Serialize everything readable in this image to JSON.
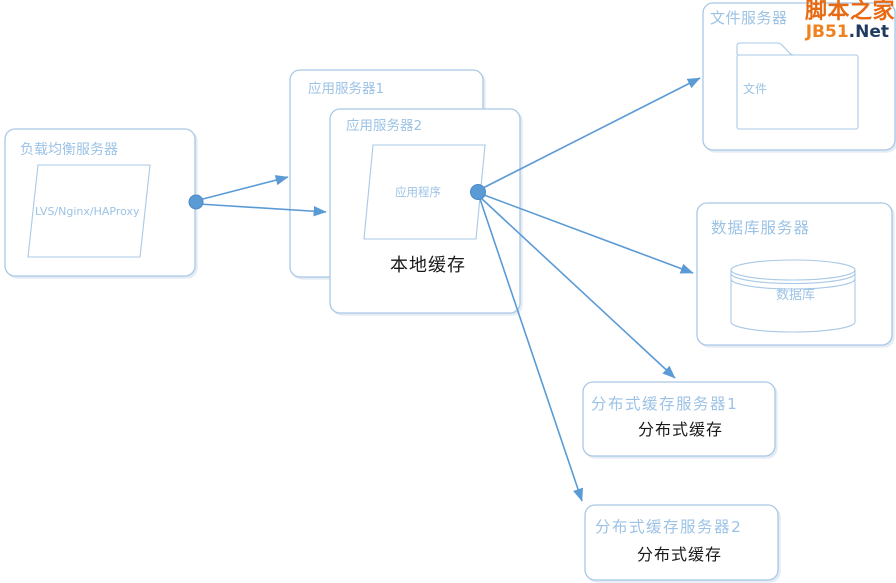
{
  "colors": {
    "accent": "#5b9bd5",
    "border": "#a9c8e6",
    "label": "#9cc3e5",
    "ink": "#1a1a1a",
    "wmOrange": "#e76a12",
    "wmOrange2": "#f0821e",
    "wmNavy": "#1e3a5f"
  },
  "nodes": {
    "load_balancer": {
      "title": "负载均衡服务器",
      "shape_label": "LVS/Nginx/HAProxy"
    },
    "app_server_1": {
      "title": "应用服务器1"
    },
    "app_server_2": {
      "title": "应用服务器2",
      "shape_label": "应用程序",
      "cache_label": "本地缓存"
    },
    "file_server": {
      "title": "文件服务器",
      "shape_label": "文件"
    },
    "db_server": {
      "title": "数据库服务器",
      "shape_label": "数据库"
    },
    "cache_server_1": {
      "title": "分布式缓存服务器1",
      "label": "分布式缓存"
    },
    "cache_server_2": {
      "title": "分布式缓存服务器2",
      "label": "分布式缓存"
    }
  },
  "edges": [
    {
      "from": "load_balancer",
      "to": "app_server_1"
    },
    {
      "from": "load_balancer",
      "to": "app_server_2"
    },
    {
      "from": "app_server_2",
      "to": "file_server"
    },
    {
      "from": "app_server_2",
      "to": "db_server"
    },
    {
      "from": "app_server_2",
      "to": "cache_server_1"
    },
    {
      "from": "app_server_2",
      "to": "cache_server_2"
    }
  ],
  "watermark": {
    "site_name": "脚本之家",
    "brand": "JB51",
    "suffix": ".Net"
  }
}
